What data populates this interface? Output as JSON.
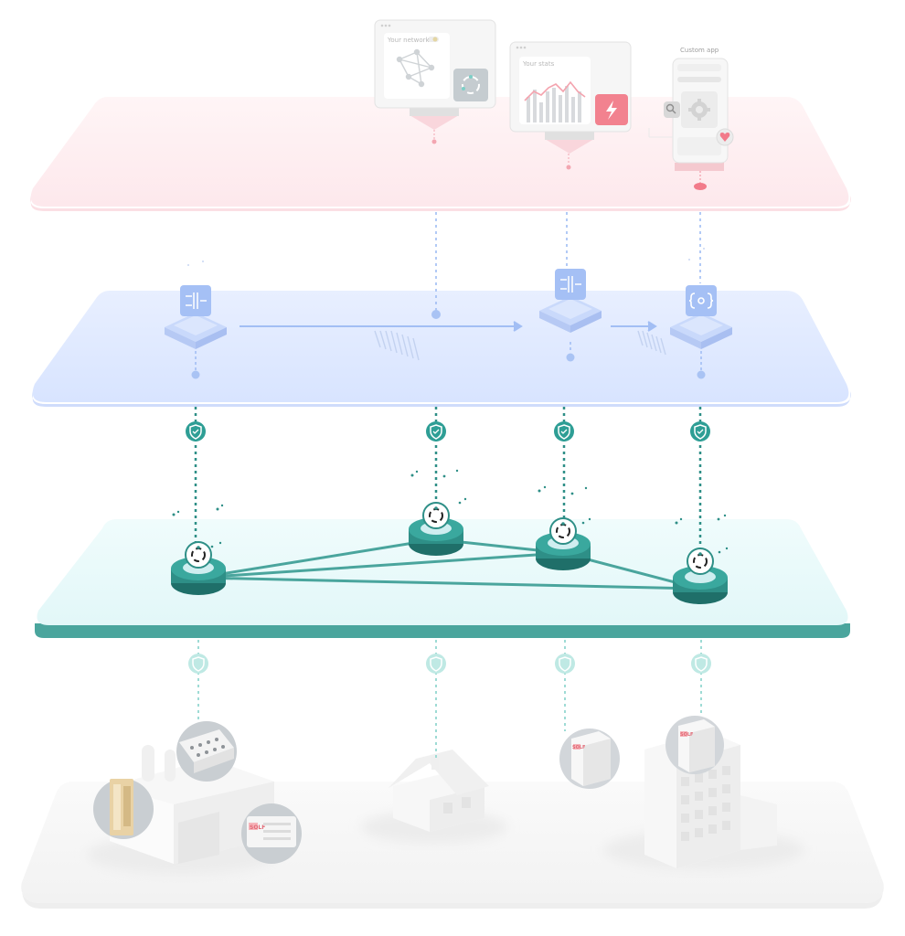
{
  "screens": {
    "network_title": "Your network",
    "stats_title": "Your stats",
    "app_title": "Custom app"
  },
  "devices": {
    "brand_1": "SOLF",
    "brand_2": "SOLF",
    "brand_3": "SOLF"
  },
  "colors": {
    "app_layer": "#fdecef",
    "app_accent": "#f27b8a",
    "logic_layer": "#dde8ff",
    "logic_accent": "#7ea1f0",
    "network_layer": "#e7f9fa",
    "network_edge": "#4aa59d",
    "node_teal": "#2e8f87",
    "device_layer": "#f6f6f6"
  },
  "icons": {
    "shield": "shield-check-icon",
    "node": "spinner-ring-icon",
    "bolt": "lightning-icon",
    "gear": "gear-icon",
    "merge": "merge-arrows-icon",
    "code": "braces-icon"
  }
}
